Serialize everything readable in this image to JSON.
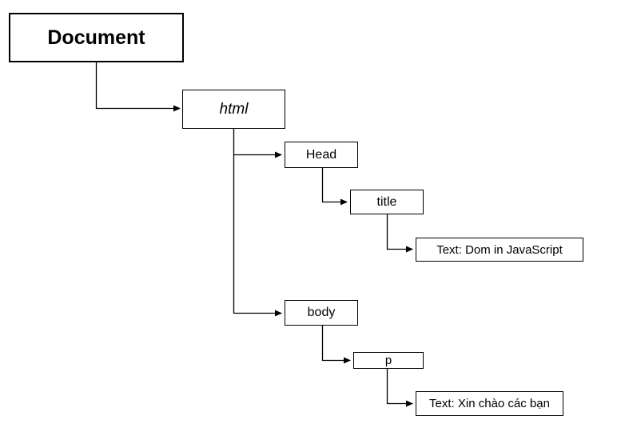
{
  "diagram": {
    "type": "tree",
    "nodes": {
      "document": {
        "label": "Document"
      },
      "html": {
        "label": "html"
      },
      "head": {
        "label": "Head"
      },
      "title": {
        "label": "title"
      },
      "title_text": {
        "label": "Text: Dom in JavaScript"
      },
      "body": {
        "label": "body"
      },
      "p": {
        "label": "p"
      },
      "p_text": {
        "label": "Text: Xin chào các bạn"
      }
    },
    "edges": [
      {
        "from": "Document",
        "to": "html"
      },
      {
        "from": "html",
        "to": "Head"
      },
      {
        "from": "Head",
        "to": "title"
      },
      {
        "from": "title",
        "to": "Text: Dom in JavaScript"
      },
      {
        "from": "html",
        "to": "body"
      },
      {
        "from": "body",
        "to": "p"
      },
      {
        "from": "p",
        "to": "Text: Xin chào các bạn"
      }
    ],
    "colors": {
      "background": "#ffffff",
      "border": "#000000",
      "text": "#000000",
      "line": "#000000"
    }
  }
}
